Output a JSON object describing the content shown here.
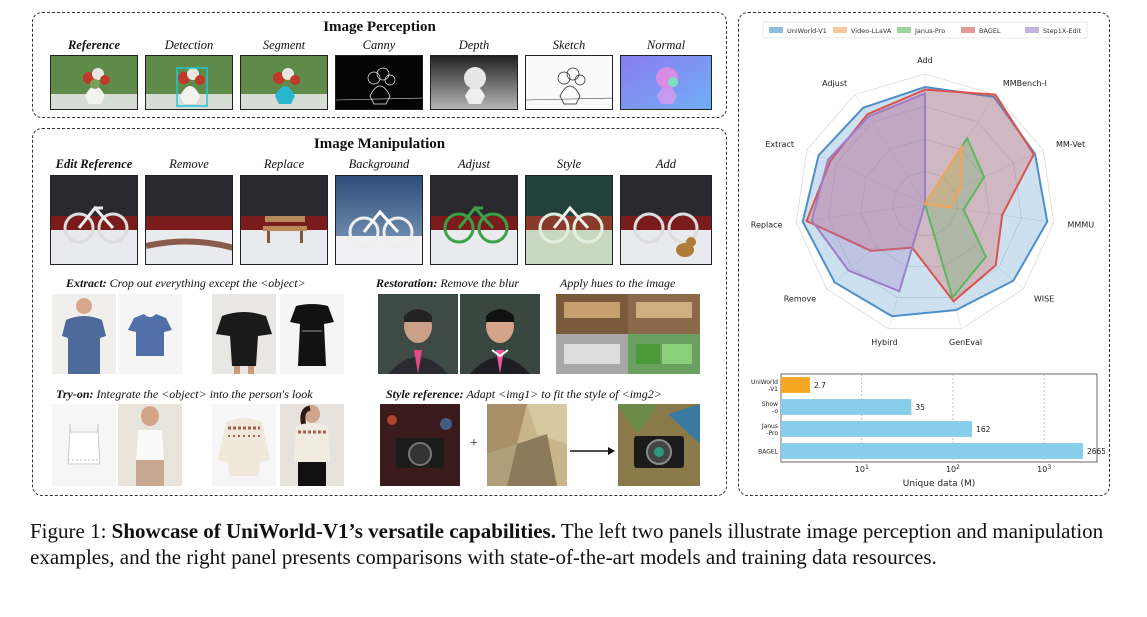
{
  "perception": {
    "title": "Image Perception",
    "labels": [
      "Reference",
      "Detection",
      "Segment",
      "Canny",
      "Depth",
      "Sketch",
      "Normal"
    ]
  },
  "manipulation": {
    "title": "Image Manipulation",
    "labels": [
      "Edit Reference",
      "Remove",
      "Replace",
      "Background",
      "Adjust",
      "Style",
      "Add"
    ],
    "examples": {
      "extract_bold": "Extract:",
      "extract_text": "Crop out everything except the <object>",
      "restoration_bold": "Restoration:",
      "restoration_text": "Remove the blur",
      "hues_text": "Apply hues to the image",
      "tryon_bold": "Try-on:",
      "tryon_text": "Integrate the <object> into the person's look",
      "style_bold": "Style reference:",
      "style_text": "Adapt <img1> to fit the style of <img2>",
      "plus": "+"
    }
  },
  "radar": {
    "legend": [
      "UniWorld-V1",
      "Video-LLaVA",
      "Janus-Pro",
      "BAGEL",
      "Step1X-Edit"
    ],
    "colors": {
      "UniWorld-V1": "#4d8fc9",
      "Video-LLaVA": "#f5a45a",
      "Janus-Pro": "#5cb85c",
      "BAGEL": "#d9534f",
      "Step1X-Edit": "#9b7fc8"
    },
    "axes": [
      "Add",
      "MMBench-I",
      "MM-Vet",
      "MMMU",
      "WISE",
      "GenEval",
      "Hybird",
      "Remove",
      "Replace",
      "Extract",
      "Adjust"
    ],
    "series": [
      {
        "name": "UniWorld-V1",
        "values": [
          0.9,
          0.98,
          0.93,
          0.95,
          0.9,
          0.85,
          0.9,
          0.92,
          0.95,
          0.9,
          0.88
        ]
      },
      {
        "name": "BAGEL",
        "values": [
          0.88,
          1.0,
          0.92,
          0.6,
          0.72,
          0.78,
          0.35,
          0.55,
          0.92,
          0.8,
          0.82
        ]
      },
      {
        "name": "Step1X-Edit",
        "values": [
          0.85,
          0.0,
          0.0,
          0.0,
          0.0,
          0.0,
          0.7,
          0.78,
          0.88,
          0.82,
          0.8
        ]
      },
      {
        "name": "Janus-Pro",
        "values": [
          0.0,
          0.6,
          0.5,
          0.3,
          0.62,
          0.75,
          0.0,
          0.0,
          0.0,
          0.0,
          0.0
        ]
      },
      {
        "name": "Video-LLaVA",
        "values": [
          0.0,
          0.52,
          0.3,
          0.2,
          0.0,
          0.0,
          0.0,
          0.0,
          0.0,
          0.0,
          0.0
        ]
      }
    ]
  },
  "chart_data": {
    "type": "bar",
    "orientation": "horizontal",
    "categories": [
      "UniWorld-V1",
      "Show-o",
      "Janus-Pro",
      "BAGEL"
    ],
    "category_labels": [
      [
        "UniWorld",
        "-V1"
      ],
      [
        "Show",
        "-o"
      ],
      [
        "Janus",
        "-Pro"
      ],
      [
        "BAGEL"
      ]
    ],
    "values": [
      2.7,
      35,
      162,
      2665
    ],
    "value_labels": [
      "2.7",
      "35",
      "162",
      "2665"
    ],
    "colors": [
      "#f5a623",
      "#87ceeb",
      "#87ceeb",
      "#87ceeb"
    ],
    "xlabel": "Unique data (M)",
    "xscale": "log",
    "xticks": [
      {
        "base": "10",
        "exp": "1"
      },
      {
        "base": "10",
        "exp": "2"
      },
      {
        "base": "10",
        "exp": "3"
      }
    ]
  },
  "caption": {
    "prefix": "Figure 1: ",
    "bold": "Showcase of UniWorld-V1’s versatile capabilities.",
    "text": " The left two panels illustrate image perception and manipulation examples, and the right panel presents comparisons with state-of-the-art models and training data resources."
  }
}
